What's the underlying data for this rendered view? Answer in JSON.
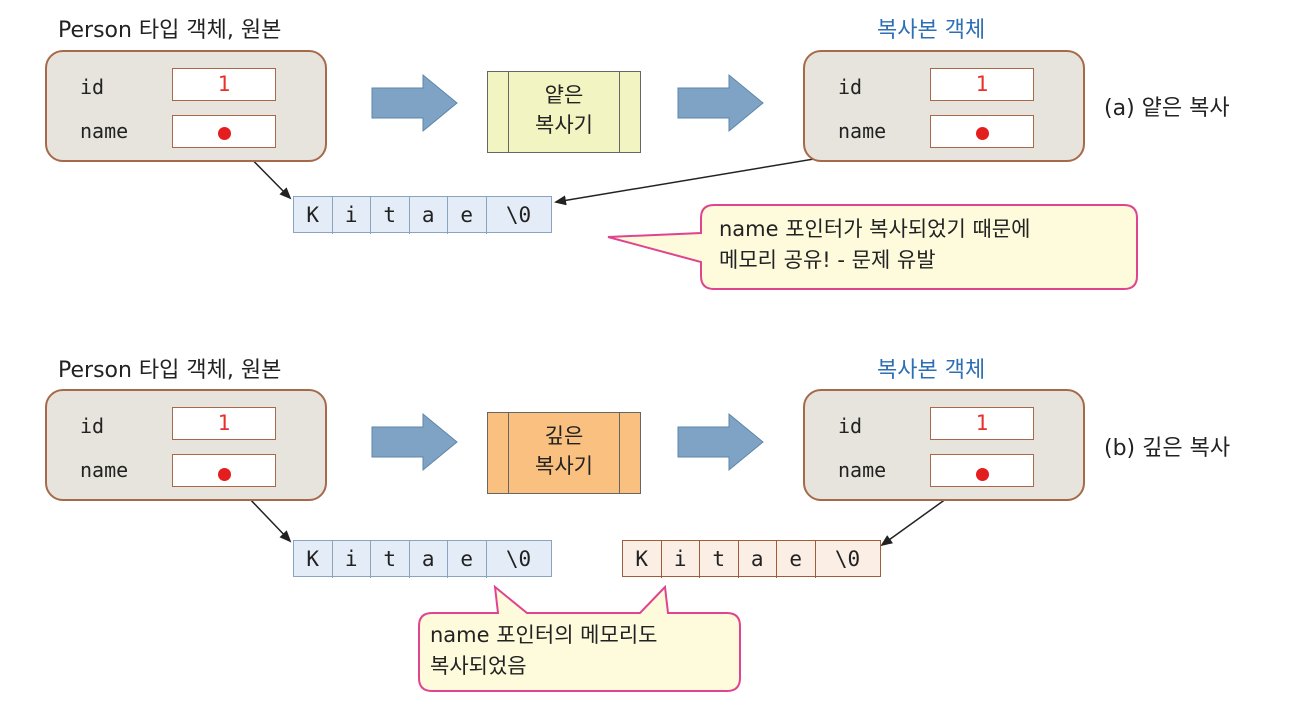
{
  "diagram_a": {
    "original_label": "Person 타입 객체, 원본",
    "copy_label": "복사본 객체",
    "field_id": "id",
    "field_name": "name",
    "id_value": "1",
    "copier_line1": "얕은",
    "copier_line2": "복사기",
    "string_cells": [
      "K",
      "i",
      "t",
      "a",
      "e",
      "\\0"
    ],
    "callout_line1": "name 포인터가 복사되었기 때문에",
    "callout_line2": "메모리 공유! - 문제 유발",
    "caption": "(a) 얕은 복사"
  },
  "diagram_b": {
    "original_label": "Person 타입 객체, 원본",
    "copy_label": "복사본 객체",
    "field_id": "id",
    "field_name": "name",
    "id_value": "1",
    "copier_line1": "깊은",
    "copier_line2": "복사기",
    "string_cells": [
      "K",
      "i",
      "t",
      "a",
      "e",
      "\\0"
    ],
    "copy_string_cells": [
      "K",
      "i",
      "t",
      "a",
      "e",
      "\\0"
    ],
    "callout_line1": "name 포인터의 메모리도",
    "callout_line2": "복사되었음",
    "caption": "(b) 깊은 복사"
  },
  "colors": {
    "shallow_copier": "#f2f5c2",
    "deep_copier": "#f9c07f",
    "callout_fill": "#fdfbdc",
    "callout_border": "#e0448f",
    "arrow_fill": "#7ea3c4"
  }
}
